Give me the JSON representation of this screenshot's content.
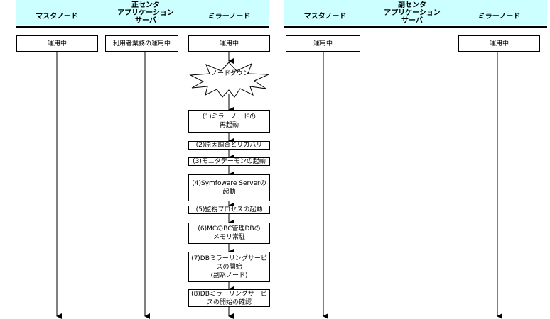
{
  "header": {
    "primary_center": {
      "title": "正センタ",
      "columns": [
        "マスタノード",
        "アプリケーション\nサーバ",
        "ミラーノード"
      ]
    },
    "secondary_center": {
      "title": "副センタ",
      "columns": [
        "マスタノード",
        "アプリケーション\nサーバ",
        "ミラーノード"
      ]
    }
  },
  "status_boxes": {
    "primary_master": "運用中",
    "primary_app": "利用者業務の運用中",
    "primary_mirror": "運用中",
    "secondary_master": "運用中",
    "secondary_mirror": "運用中"
  },
  "event": {
    "label": "ノードダウン"
  },
  "steps": [
    "(1)ミラーノードの\n再起動",
    "(2)原因調査とリカバリ",
    "(3)モニタデーモンの起動",
    "(4)Symfoware Serverの\n起動",
    "(5)監視プロセスの起動",
    "(6)MCのBC管理DBの\nメモリ常駐",
    "(7)DBミラーリングサービ\nスの開始\n(副系ノード)",
    "(8)DBミラーリングサービ\nスの開始の確認"
  ]
}
